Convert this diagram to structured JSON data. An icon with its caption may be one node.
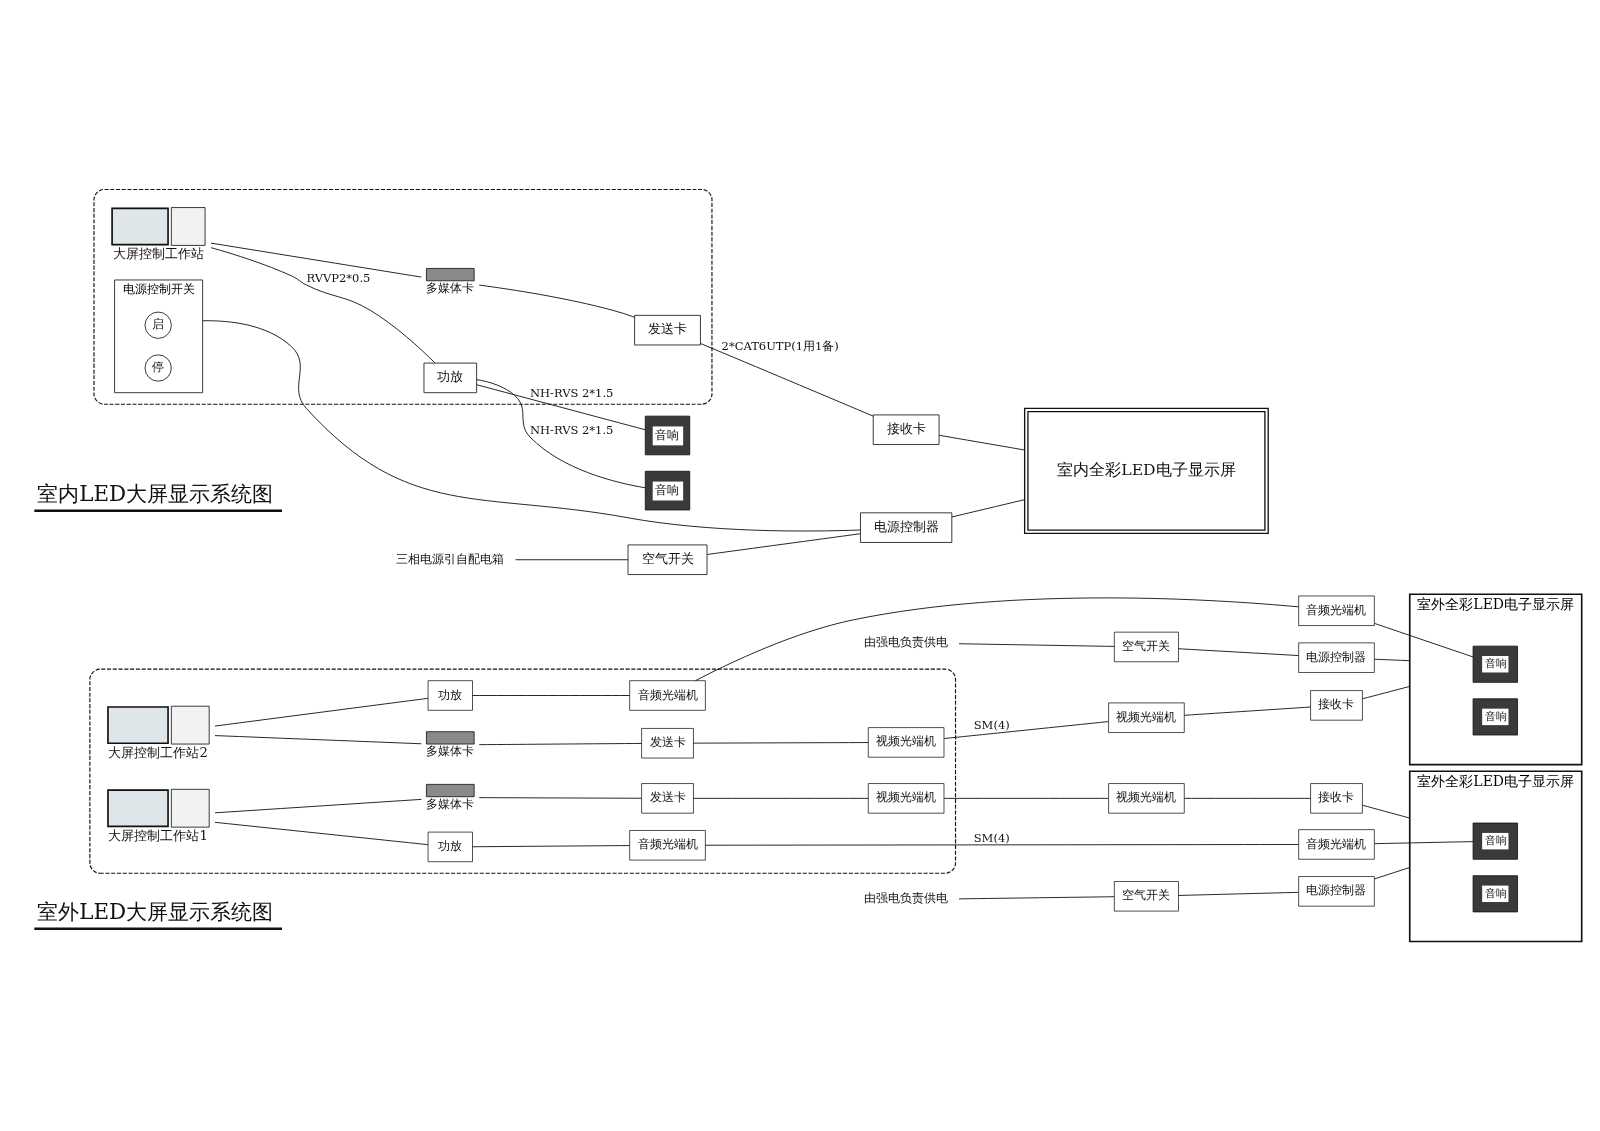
{
  "diagram": {
    "nodes": [
      {
        "text": [],
        "shape": "box"
      },
      {
        "text": [
          "大屏控制工作站"
        ],
        "in": 0
      },
      {
        "text": [
          "功放"
        ],
        "in": 0
      },
      {
        "text": [
          "多媒体卡"
        ],
        "in": 0
      },
      {
        "text": [
          "发送卡"
        ],
        "in": 0
      },
      {
        "text": [
          "音响"
        ]
      },
      {
        "text": [
          "室内全彩LED电子显示屏"
        ]
      },
      {
        "text": [
          "音响"
        ]
      },
      {
        "text": [
          "接收卡"
        ]
      },
      {
        "text": [
          "电源控制开关"
        ],
        "in": 0
      },
      {
        "text": [
          "启"
        ],
        "in": 9
      },
      {
        "text": [
          "停"
        ],
        "in": 9
      },
      {
        "text": [
          "三相电源引自配电箱"
        ]
      },
      {
        "text": [
          "空气开关"
        ]
      },
      {
        "text": [
          "电源控制器"
        ]
      },
      {
        "text": [],
        "shape": "box"
      },
      {
        "text": [
          "大屏控制工作站1"
        ],
        "in": 15
      },
      {
        "text": [
          "功放"
        ],
        "in": 15
      },
      {
        "text": [
          "音频光端机"
        ],
        "in": 15
      },
      {
        "text": [
          "多媒体卡"
        ],
        "in": 15
      },
      {
        "text": [
          "发送卡"
        ],
        "in": 15
      },
      {
        "text": [
          "视频光端机"
        ],
        "in": 15
      },
      {
        "text": [
          "多媒体卡"
        ],
        "in": 15
      },
      {
        "text": [
          "大屏控制工作站2"
        ],
        "in": 15
      },
      {
        "text": [
          "发送卡"
        ],
        "in": 15
      },
      {
        "text": [
          "视频光端机"
        ],
        "in": 15
      },
      {
        "text": [
          "功放"
        ],
        "in": 15
      },
      {
        "text": [
          "音频光端机"
        ],
        "in": 15
      },
      {
        "text": [
          "音频光端机"
        ]
      },
      {
        "text": [
          "视频光端机"
        ]
      },
      {
        "text": [
          "接收卡"
        ]
      },
      {
        "text": [
          "室外全彩LED电子显示屏"
        ]
      },
      {
        "text": [
          "音响"
        ],
        "in": 31
      },
      {
        "text": [
          "音响"
        ],
        "in": 31
      },
      {
        "text": [
          "由强电负责供电"
        ]
      },
      {
        "text": [
          "空气开关"
        ]
      },
      {
        "text": [
          "电源控制器"
        ]
      },
      {
        "text": [
          "视频光端机"
        ]
      },
      {
        "text": [
          "接收卡"
        ]
      },
      {
        "text": [
          "音频光端机"
        ]
      },
      {
        "text": [
          "室外全彩LED电子显示屏"
        ]
      },
      {
        "text": [
          "音响"
        ],
        "in": 40
      },
      {
        "text": [
          "音响"
        ],
        "in": 40
      },
      {
        "text": [
          "由强电负责供电"
        ]
      },
      {
        "text": [
          "空气开关"
        ]
      },
      {
        "text": [
          "电源控制器"
        ]
      }
    ],
    "edges": [
      {
        "from": 1,
        "to": 2,
        "arrow": "none",
        "label": "RVVP2*0.5"
      },
      {
        "from": 2,
        "to": 7,
        "arrow": "none",
        "label": "NH-RVS 2*1.5"
      },
      {
        "from": 2,
        "to": 5,
        "arrow": "none",
        "label": "NH-RVS 2*1.5"
      },
      {
        "from": 1,
        "to": 3,
        "arrow": "none"
      },
      {
        "from": 3,
        "to": 4,
        "arrow": "none"
      },
      {
        "from": 4,
        "to": 8,
        "arrow": "none",
        "label": "2*CAT6UTP(1用1备)"
      },
      {
        "from": 8,
        "to": 6,
        "arrow": "none"
      },
      {
        "from": 9,
        "to": 14,
        "arrow": "none"
      },
      {
        "from": 12,
        "to": 13,
        "arrow": "none"
      },
      {
        "from": 13,
        "to": 14,
        "arrow": "none"
      },
      {
        "from": 14,
        "to": 6,
        "arrow": "none"
      },
      {
        "from": 16,
        "to": 17,
        "arrow": "none"
      },
      {
        "from": 17,
        "to": 18,
        "arrow": "none"
      },
      {
        "from": 16,
        "to": 19,
        "arrow": "none"
      },
      {
        "from": 19,
        "to": 20,
        "arrow": "none"
      },
      {
        "from": 20,
        "to": 21,
        "arrow": "none"
      },
      {
        "from": 18,
        "to": 28,
        "arrow": "none",
        "label": "SM(4)"
      },
      {
        "from": 21,
        "to": 29,
        "arrow": "none"
      },
      {
        "from": 28,
        "to": 32,
        "arrow": "none"
      },
      {
        "from": 29,
        "to": 30,
        "arrow": "none"
      },
      {
        "from": 30,
        "to": 31,
        "arrow": "none"
      },
      {
        "from": 34,
        "to": 35,
        "arrow": "none"
      },
      {
        "from": 35,
        "to": 36,
        "arrow": "none"
      },
      {
        "from": 36,
        "to": 31,
        "arrow": "none"
      },
      {
        "from": 23,
        "to": 22,
        "arrow": "none"
      },
      {
        "from": 22,
        "to": 24,
        "arrow": "none"
      },
      {
        "from": 24,
        "to": 25,
        "arrow": "none"
      },
      {
        "from": 23,
        "to": 26,
        "arrow": "none"
      },
      {
        "from": 26,
        "to": 27,
        "arrow": "none"
      },
      {
        "from": 25,
        "to": 37,
        "arrow": "none",
        "label": "SM(4)"
      },
      {
        "from": 27,
        "to": 39,
        "arrow": "none"
      },
      {
        "from": 37,
        "to": 38,
        "arrow": "none"
      },
      {
        "from": 38,
        "to": 40,
        "arrow": "none"
      },
      {
        "from": 39,
        "to": 41,
        "arrow": "none"
      },
      {
        "from": 43,
        "to": 44,
        "arrow": "none"
      },
      {
        "from": 44,
        "to": 45,
        "arrow": "none"
      },
      {
        "from": 45,
        "to": 40,
        "arrow": "none"
      }
    ],
    "labels": [
      "室内LED大屏显示系统图",
      "室外LED大屏显示系统图"
    ]
  }
}
